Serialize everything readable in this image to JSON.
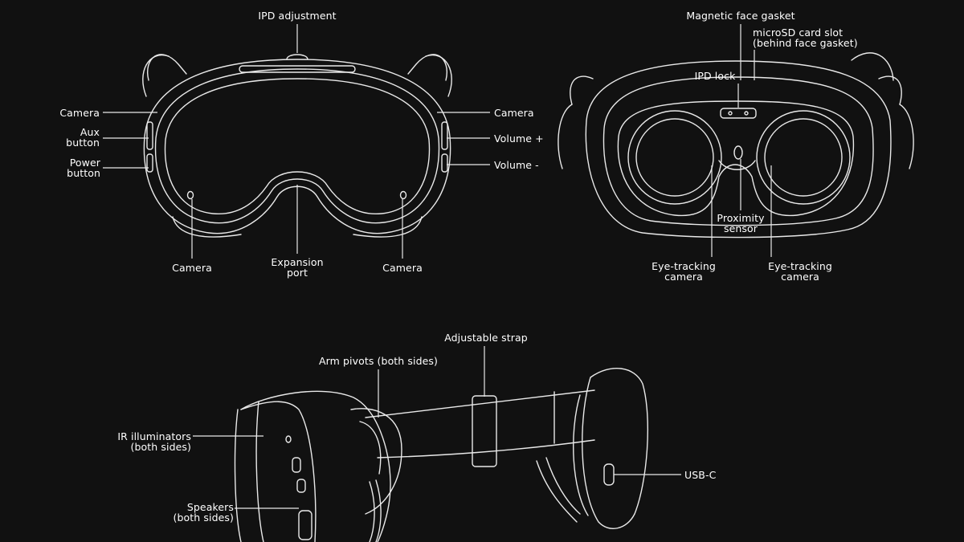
{
  "colors": {
    "background": "#111111",
    "line": "#e9e9e9",
    "text": "#ffffff"
  },
  "front_view": {
    "ipd_adjustment": "IPD adjustment",
    "camera_left_top": "Camera",
    "aux_button": "Aux\nbutton",
    "power_button": "Power\nbutton",
    "camera_right_top": "Camera",
    "volume_plus": "Volume +",
    "volume_minus": "Volume -",
    "camera_bottom_left": "Camera",
    "expansion_port": "Expansion\nport",
    "camera_bottom_right": "Camera"
  },
  "rear_view": {
    "magnetic_face_gasket": "Magnetic face gasket",
    "microsd_slot": "microSD card slot\n(behind face gasket)",
    "ipd_lock": "IPD lock",
    "proximity_sensor": "Proximity\nsensor",
    "eye_tracking_left": "Eye-tracking\ncamera",
    "eye_tracking_right": "Eye-tracking\ncamera"
  },
  "side_view": {
    "adjustable_strap": "Adjustable strap",
    "arm_pivots": "Arm pivots (both sides)",
    "ir_illuminators": "IR illuminators\n(both sides)",
    "speakers": "Speakers\n(both sides)",
    "usb_c": "USB-C"
  }
}
